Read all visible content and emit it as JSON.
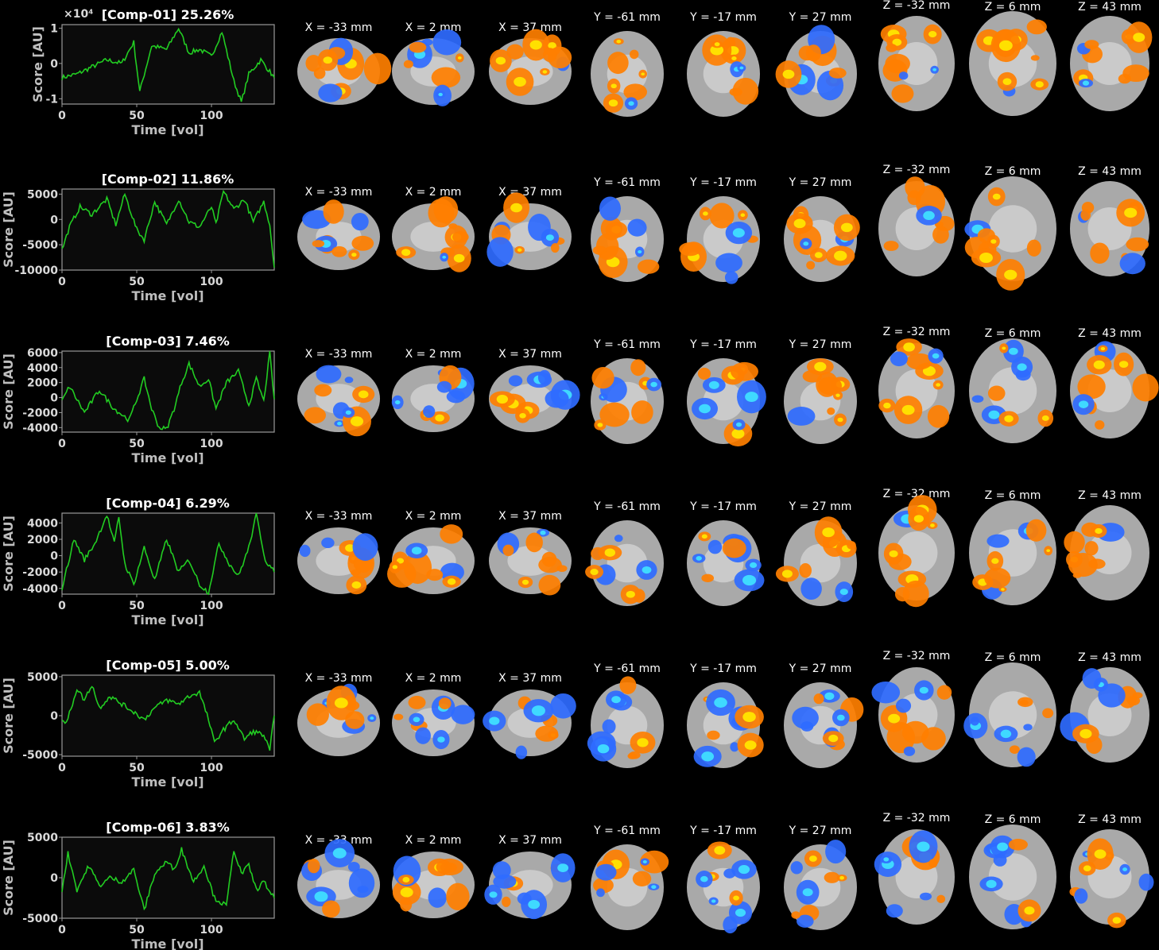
{
  "axes": {
    "xlabel": "Time [vol]",
    "ylabel": "Score [AU]",
    "xticks": [
      "0",
      "50",
      "100"
    ]
  },
  "slice_labels": [
    "X = -33 mm",
    "X = 2 mm",
    "X = 37 mm",
    "Y = -61 mm",
    "Y = -17 mm",
    "Y = 27 mm",
    "Z = -32 mm",
    "Z = 6 mm",
    "Z = 43 mm"
  ],
  "colors": {
    "line": "#22cc22",
    "panel_bg": "#0b0b0b",
    "hot": "#ff7f00",
    "hot_peak": "#ffe000",
    "cold": "#2f6bff",
    "cold_peak": "#3fd9ff",
    "brain": "#a9a9a9"
  },
  "chart_data": [
    {
      "type": "line",
      "title": "[Comp-01] 25.26%",
      "exponent": "×10⁴",
      "xlabel": "Time [vol]",
      "ylabel": "Score [AU]",
      "xlim": [
        0,
        142
      ],
      "ylim": [
        -1.15,
        1.1
      ],
      "yticks": [
        "1",
        "0",
        "-1"
      ],
      "ytick_values": [
        1,
        0,
        -1
      ],
      "x": [
        0,
        10,
        20,
        30,
        40,
        48,
        52,
        60,
        70,
        78,
        85,
        92,
        100,
        107,
        115,
        120,
        125,
        133,
        142
      ],
      "y": [
        -0.4,
        -0.3,
        -0.1,
        0.1,
        0.0,
        0.6,
        -0.8,
        0.5,
        0.4,
        1.0,
        0.3,
        0.4,
        0.2,
        0.9,
        -0.5,
        -1.1,
        -0.3,
        0.1,
        -0.4
      ]
    },
    {
      "type": "line",
      "title": "[Comp-02] 11.86%",
      "exponent": "",
      "xlabel": "Time [vol]",
      "ylabel": "Score [AU]",
      "xlim": [
        0,
        142
      ],
      "ylim": [
        -10000,
        6000
      ],
      "yticks": [
        "5000",
        "0",
        "-5000",
        "-10000"
      ],
      "ytick_values": [
        5000,
        0,
        -5000,
        -10000
      ],
      "x": [
        0,
        5,
        12,
        20,
        30,
        36,
        42,
        50,
        55,
        62,
        70,
        78,
        85,
        92,
        100,
        103,
        108,
        115,
        122,
        128,
        135,
        139,
        142
      ],
      "y": [
        -6000,
        -1500,
        2500,
        1000,
        4000,
        -1000,
        5000,
        -2000,
        -4000,
        3500,
        -1000,
        4000,
        -500,
        -1500,
        2500,
        -1000,
        5500,
        2000,
        4000,
        -500,
        3500,
        -1000,
        -9500
      ]
    },
    {
      "type": "line",
      "title": "[Comp-03] 7.46%",
      "exponent": "",
      "xlabel": "Time [vol]",
      "ylabel": "Score [AU]",
      "xlim": [
        0,
        142
      ],
      "ylim": [
        -4600,
        6200
      ],
      "yticks": [
        "6000",
        "4000",
        "2000",
        "0",
        "-2000",
        "-4000"
      ],
      "ytick_values": [
        6000,
        4000,
        2000,
        0,
        -2000,
        -4000
      ],
      "x": [
        0,
        5,
        15,
        25,
        35,
        45,
        55,
        60,
        65,
        70,
        75,
        80,
        85,
        92,
        98,
        103,
        110,
        118,
        125,
        130,
        135,
        139,
        142
      ],
      "y": [
        -500,
        1500,
        -2000,
        1000,
        -1500,
        -3000,
        2500,
        -1500,
        -4000,
        -4200,
        -1500,
        2000,
        4500,
        1500,
        2500,
        -1500,
        2000,
        3500,
        -1000,
        2500,
        -500,
        6000,
        -200
      ]
    },
    {
      "type": "line",
      "title": "[Comp-04] 6.29%",
      "exponent": "",
      "xlabel": "Time [vol]",
      "ylabel": "Score [AU]",
      "xlim": [
        0,
        142
      ],
      "ylim": [
        -4700,
        5200
      ],
      "yticks": [
        "4000",
        "2000",
        "0",
        "-2000",
        "-4000"
      ],
      "ytick_values": [
        4000,
        2000,
        0,
        -2000,
        -4000
      ],
      "x": [
        0,
        8,
        15,
        22,
        30,
        35,
        38,
        42,
        48,
        55,
        62,
        70,
        78,
        85,
        92,
        98,
        105,
        112,
        118,
        125,
        130,
        136,
        142
      ],
      "y": [
        -4000,
        2000,
        -500,
        1500,
        5000,
        1500,
        4800,
        -1000,
        -3500,
        1000,
        -3000,
        2000,
        -2000,
        -500,
        -3500,
        -4500,
        1500,
        -1000,
        -2500,
        1000,
        5000,
        -500,
        -2000
      ]
    },
    {
      "type": "line",
      "title": "[Comp-05] 5.00%",
      "exponent": "",
      "xlabel": "Time [vol]",
      "ylabel": "Score [AU]",
      "xlim": [
        0,
        142
      ],
      "ylim": [
        -5200,
        5200
      ],
      "yticks": [
        "5000",
        "0",
        "-5000"
      ],
      "ytick_values": [
        5000,
        0,
        -5000
      ],
      "x": [
        0,
        3,
        10,
        15,
        20,
        25,
        32,
        40,
        48,
        55,
        62,
        70,
        78,
        85,
        92,
        98,
        102,
        107,
        115,
        122,
        128,
        135,
        139,
        142
      ],
      "y": [
        -500,
        -1000,
        3500,
        2000,
        4000,
        1000,
        2500,
        1500,
        500,
        -500,
        1000,
        2000,
        1500,
        2500,
        3000,
        -500,
        -3500,
        -2000,
        -500,
        -3000,
        -2000,
        -2500,
        -4500,
        0
      ]
    },
    {
      "type": "line",
      "title": "[Comp-06] 3.83%",
      "exponent": "",
      "xlabel": "Time [vol]",
      "ylabel": "Score [AU]",
      "xlim": [
        0,
        142
      ],
      "ylim": [
        -5000,
        5000
      ],
      "yticks": [
        "5000",
        "0",
        "-5000"
      ],
      "ytick_values": [
        5000,
        0,
        -5000
      ],
      "x": [
        0,
        4,
        10,
        18,
        25,
        32,
        40,
        48,
        55,
        62,
        70,
        75,
        80,
        88,
        95,
        102,
        110,
        115,
        120,
        125,
        130,
        135,
        142
      ],
      "y": [
        -1500,
        3000,
        -1500,
        1500,
        -1000,
        0,
        -500,
        1000,
        -4000,
        500,
        2000,
        1000,
        3500,
        -500,
        1500,
        -2500,
        -3500,
        3500,
        500,
        1500,
        -1500,
        -500,
        -2500
      ]
    }
  ]
}
